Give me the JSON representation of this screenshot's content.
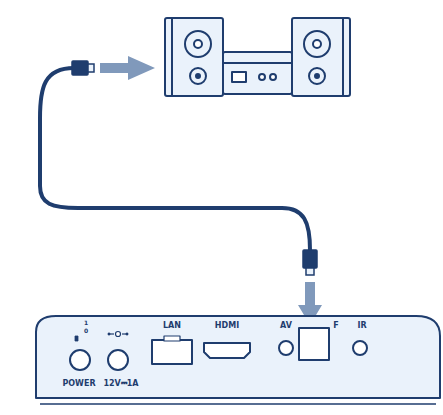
{
  "diagram": {
    "labels": [
      "1",
      "0",
      "LAN",
      "HDMI",
      "AV",
      "F",
      "IR",
      "POWER",
      "12V⎓1A"
    ]
  }
}
